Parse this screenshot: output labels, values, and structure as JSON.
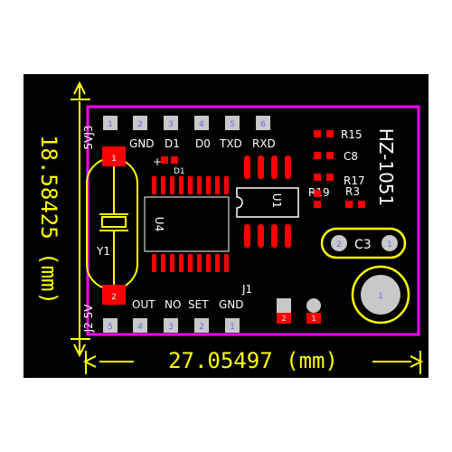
{
  "dimensions": {
    "width": "27.05497 (mm)",
    "height": "18.58425 (mm)"
  },
  "board_label": "HZ-1051",
  "header_top": {
    "label": "5VJ3",
    "pins": [
      "1",
      "2",
      "3",
      "4",
      "5",
      "6"
    ],
    "signals": [
      "GND",
      "D1",
      "D0",
      "TXD",
      "RXD"
    ]
  },
  "header_bottom": {
    "label": "J2 5V",
    "pins": [
      "5",
      "4",
      "3",
      "2",
      "1"
    ],
    "signals": [
      "OUT",
      "NO",
      "SET",
      "GND"
    ]
  },
  "j1": {
    "label": "J1",
    "pins": [
      "2",
      "1"
    ]
  },
  "components": {
    "crystal": "Y1",
    "mcu": "U4",
    "module": "U1",
    "diode": "D1",
    "diode_polarity": "+",
    "c3": "C3",
    "r15": "R15",
    "c8": "C8",
    "r17": "R17",
    "r19": "R19",
    "r3": "R3",
    "y1_pads": [
      "1",
      "2"
    ],
    "c3_pads": [
      "2",
      "1"
    ],
    "big_cap_pad": "1"
  },
  "colors": {
    "board": "#000000",
    "outline": "#ff00ff",
    "dimension": "#ffff00",
    "silkscreen": "#ffffff",
    "copper": "#ff0000",
    "component": "#ffff00",
    "pad": "#c0c0c0"
  }
}
